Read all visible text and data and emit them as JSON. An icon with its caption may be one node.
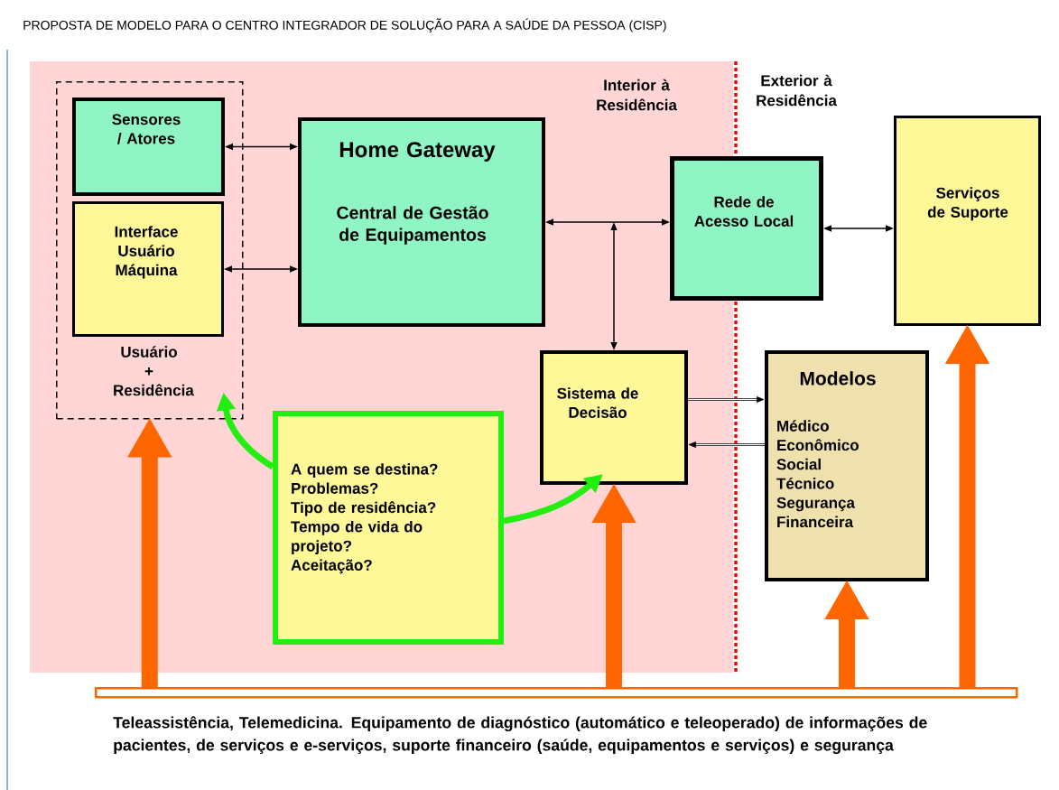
{
  "diagram": {
    "title": "PROPOSTA DE MODELO PARA O CENTRO INTEGRADOR  DE SOLUÇÃO PARA A SAÚDE DA PESSOA (CISP)",
    "nodes": [
      {
        "text": [
          "Usuário + Residência"
        ]
      },
      {
        "text": [
          "Sensores / Atores"
        ],
        "in": 0
      },
      {
        "text": [
          "Interface Usuário Máquina"
        ],
        "in": 0
      },
      {
        "text": [
          "Home Gateway",
          "Central de Gestão de Equipamentos"
        ]
      },
      {
        "text": [
          "Rede de Acesso Local"
        ]
      },
      {
        "text": [
          "Serviços de Suporte"
        ]
      },
      {
        "text": [
          "Sistema de Decisão"
        ]
      },
      {
        "text": [
          "Modelos",
          "Médico",
          "Econômico",
          "Social",
          "Técnico",
          "Segurança",
          "Financeira"
        ]
      },
      {
        "text": [
          "A quem se destina?",
          "Problemas?",
          "Tipo de residência?",
          "Tempo de vida do projeto?",
          "Aceitação?"
        ]
      },
      {
        "text": [],
        "shape": "bar",
        "beside": [
          "Teleassistência, Telemedicina. Equipamento de diagnóstico (automático e teleoperado) de informações de pacientes, de serviços e e-serviços, suporte financeiro (saúde, equipamentos e serviços) e segurança"
        ]
      }
    ],
    "edges": [
      {
        "from": 1,
        "to": 3,
        "arrow": "both"
      },
      {
        "from": 2,
        "to": 3,
        "arrow": "both"
      },
      {
        "from": 3,
        "to": 4,
        "arrow": "both"
      },
      {
        "from": 4,
        "to": 5,
        "arrow": "both"
      },
      {
        "from": 6,
        "to": null,
        "arrow": "both"
      },
      {
        "from": 6,
        "to": 7,
        "arrow": "to"
      },
      {
        "from": 7,
        "to": 6,
        "arrow": "to"
      },
      {
        "from": 8,
        "to": 0,
        "arrow": "to",
        "style": "thick",
        "color": "#22ee11"
      },
      {
        "from": 8,
        "to": 6,
        "arrow": "to",
        "style": "thick",
        "color": "#22ee11"
      },
      {
        "from": 9,
        "to": 0,
        "arrow": "to",
        "style": "thick",
        "color": "#ff6600"
      },
      {
        "from": 9,
        "to": 6,
        "arrow": "to",
        "style": "thick",
        "color": "#ff6600"
      },
      {
        "from": 9,
        "to": 7,
        "arrow": "to",
        "style": "thick",
        "color": "#ff6600"
      },
      {
        "from": 9,
        "to": 5,
        "arrow": "to",
        "style": "thick",
        "color": "#ff6600"
      }
    ],
    "labels": [
      "Interior à Residência",
      "Exterior à Residência"
    ]
  }
}
